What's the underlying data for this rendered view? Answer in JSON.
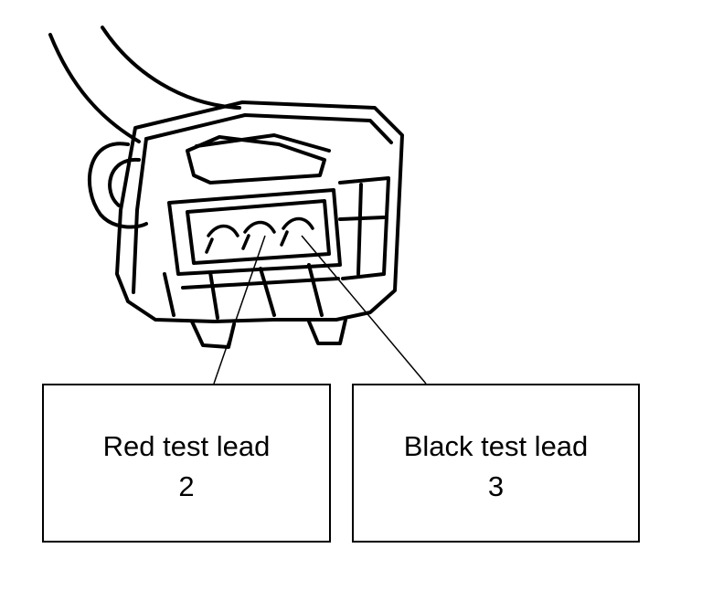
{
  "callouts": [
    {
      "label": "Red test lead",
      "pin": "2"
    },
    {
      "label": "Black test lead",
      "pin": "3"
    }
  ],
  "icons": {
    "connector": "connector-illustration"
  },
  "colors": {
    "ink": "#000000",
    "background": "#ffffff"
  }
}
